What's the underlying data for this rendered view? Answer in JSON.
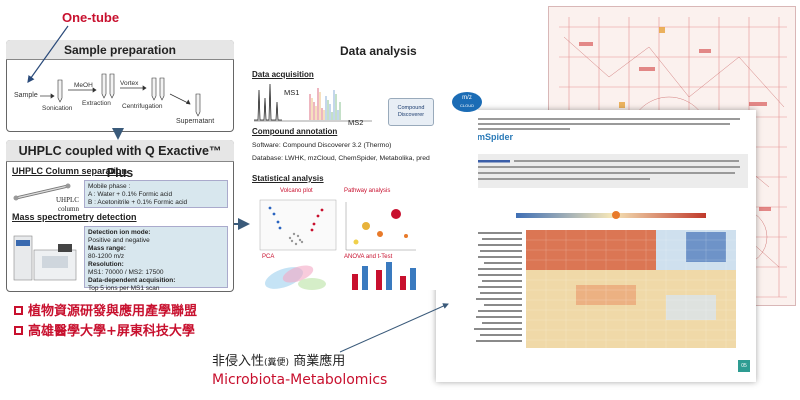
{
  "one_tube": "One-tube",
  "sample_prep": {
    "title": "Sample preparation",
    "steps": [
      "Sample",
      "Sonication",
      "MeOH",
      "Extraction",
      "Vortex",
      "Centrifugation",
      "Supernatant"
    ]
  },
  "uhplc": {
    "title": "UHPLC coupled with Q Exactive™ Plus",
    "column_head": "UHPLC Column separation",
    "column_label_1": "UHPLC",
    "column_label_2": "column",
    "mobile_phase_label": "Mobile phase :",
    "mobile_a": "A : Water + 0.1% Formic acid",
    "mobile_b": "B : Acetonitrile + 0.1% Formic acid",
    "ms_head": "Mass spectrometry detection",
    "ms_lines": [
      {
        "label": "Detection ion mode:",
        "value": "Positive and negative"
      },
      {
        "label": "Mass range:",
        "value": "80-1200 m/z"
      },
      {
        "label": "Resolution:",
        "value": "MS1: 70000 / MS2: 17500"
      },
      {
        "label": "Data-dependent acquisition:",
        "value": "Top 5 ions per MS1 scan"
      }
    ]
  },
  "institutions": [
    "植物資源研發與應用產學聯盟",
    "高雄醫學大學+屏東科技大學"
  ],
  "data_analysis": {
    "title": "Data analysis",
    "acq_head": "Data acquisition",
    "ms1": "MS1",
    "ms2": "MS2",
    "annot_head": "Compound annotation",
    "software": "Software: Compound Discoverer 3.2 (Thermo)",
    "database": "Database: LWHK, mzCloud, ChemSpider, Metabolika, pred",
    "stat_head": "Statistical analysis",
    "volcano": "Volcano plot",
    "pathway": "Pathway analysis",
    "pca": "PCA",
    "anova": "ANOVA and t-Test",
    "cd_logo_1": "Compound",
    "cd_logo_2": "Discoverer",
    "mz_logo_1": "m/z",
    "mz_logo_2": "CLOUD",
    "chemspider": "ChemSpider"
  },
  "document": {
    "badge": "05"
  },
  "caption": {
    "line1_main": "非侵入性",
    "line1_small": "(糞便)",
    "line1_tail": "商業應用",
    "line2": "Microbiota-Metabolomics"
  },
  "colors": {
    "accent_red": "#c8102e",
    "info_box": "#d8e7ee",
    "doc_badge": "#2e9c92"
  }
}
